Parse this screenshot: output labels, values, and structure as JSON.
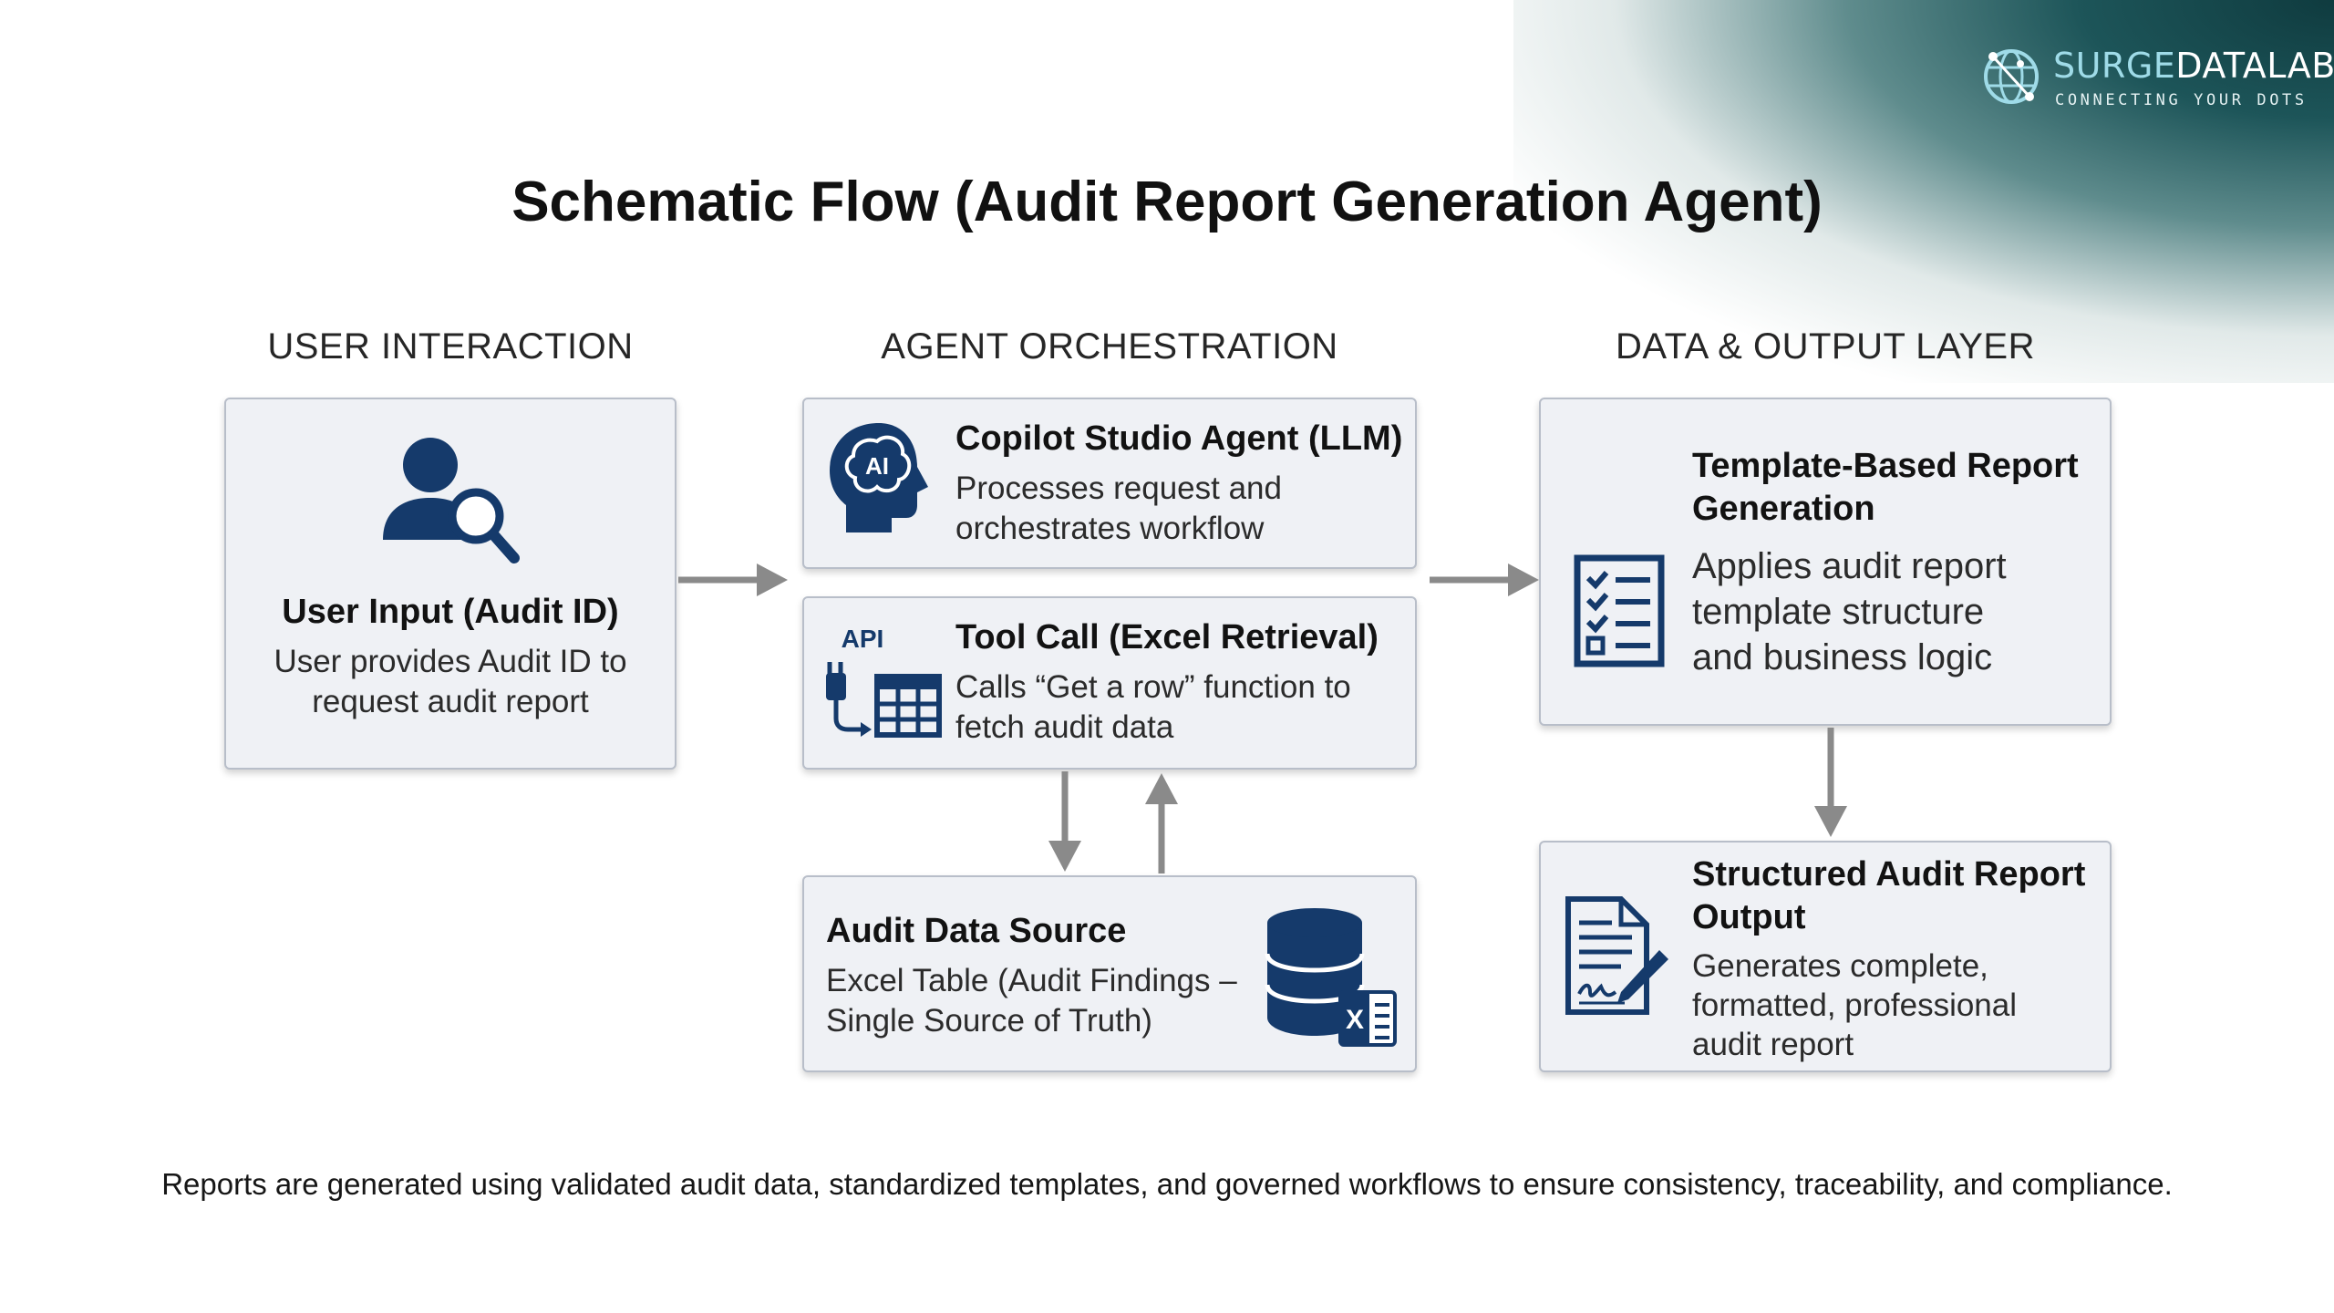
{
  "brand": {
    "name_part1": "SURGE",
    "name_part2": "DATALAB",
    "tagline": "CONNECTING YOUR DOTS"
  },
  "title": "Schematic Flow (Audit Report Generation Agent)",
  "columns": {
    "user": "USER INTERACTION",
    "agent": "AGENT ORCHESTRATION",
    "data": "DATA & OUTPUT LAYER"
  },
  "nodes": {
    "user_input": {
      "title": "User Input (Audit ID)",
      "desc": [
        "User provides Audit ID to",
        "request audit report"
      ],
      "icon": "user-search-icon"
    },
    "copilot_agent": {
      "title": "Copilot Studio Agent (LLM)",
      "desc": [
        "Processes request and",
        "orchestrates workflow"
      ],
      "icon": "ai-brain-icon",
      "icon_text": "AI"
    },
    "tool_call": {
      "title": "Tool Call (Excel Retrieval)",
      "desc": [
        "Calls “Get a row” function to",
        "fetch audit data"
      ],
      "icon": "api-table-icon",
      "icon_text": "API"
    },
    "data_source": {
      "title": "Audit Data Source",
      "desc": [
        "Excel Table (Audit Findings –",
        "Single Source of Truth)"
      ],
      "icon": "database-excel-icon",
      "icon_text": "X"
    },
    "template": {
      "title": [
        "Template-Based Report",
        "Generation"
      ],
      "desc": [
        "Applies audit report",
        "template structure",
        "and business logic"
      ],
      "icon": "checklist-icon"
    },
    "output": {
      "title": [
        "Structured Audit Report",
        "Output"
      ],
      "desc": [
        "Generates complete,",
        "formatted, professional",
        "audit report"
      ],
      "icon": "document-signature-icon"
    }
  },
  "footer": "Reports are generated using validated audit data, standardized templates, and governed workflows to ensure consistency, traceability, and compliance.",
  "colors": {
    "icon_navy": "#153a6b",
    "box_fill": "#eff1f5",
    "box_border": "#b8bec9",
    "arrow": "#8a8a8a",
    "brand_teal": "#1d5559"
  }
}
